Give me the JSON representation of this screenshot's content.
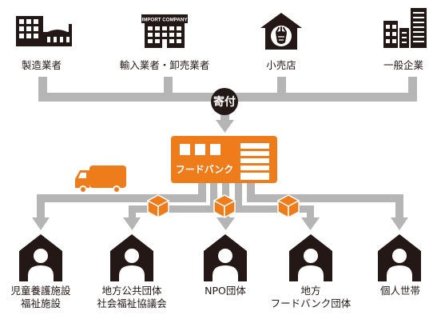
{
  "colors": {
    "arrow": "#b5b5b5",
    "orange": "#ee7c1b",
    "dark": "#231815",
    "white": "#ffffff"
  },
  "donors": [
    {
      "label": "製造業者",
      "icon": "factory-icon"
    },
    {
      "label": "輸入業者・卸売業者",
      "icon": "import-company-building-icon"
    },
    {
      "label": "小売店",
      "icon": "retail-store-icon"
    },
    {
      "label": "一般企業",
      "icon": "office-buildings-icon"
    }
  ],
  "import_sign": "IMPORT COMPANY",
  "donation_label": "寄付",
  "foodbank": {
    "label": "フードバンク",
    "icon": "foodbank-warehouse-icon"
  },
  "truck_icon": "delivery-truck-icon",
  "box_icon": "package-box-icon",
  "recipients": [
    {
      "line1": "児童養護施設",
      "line2": "福祉施設",
      "icon": "person-house-icon"
    },
    {
      "line1": "地方公共団体",
      "line2": "社会福祉協議会",
      "icon": "person-house-icon"
    },
    {
      "line1": "NPO団体",
      "line2": "",
      "icon": "person-house-icon"
    },
    {
      "line1": "地方",
      "line2": "フードバンク団体",
      "icon": "person-house-icon"
    },
    {
      "line1": "個人世帯",
      "line2": "",
      "icon": "person-house-icon"
    }
  ]
}
